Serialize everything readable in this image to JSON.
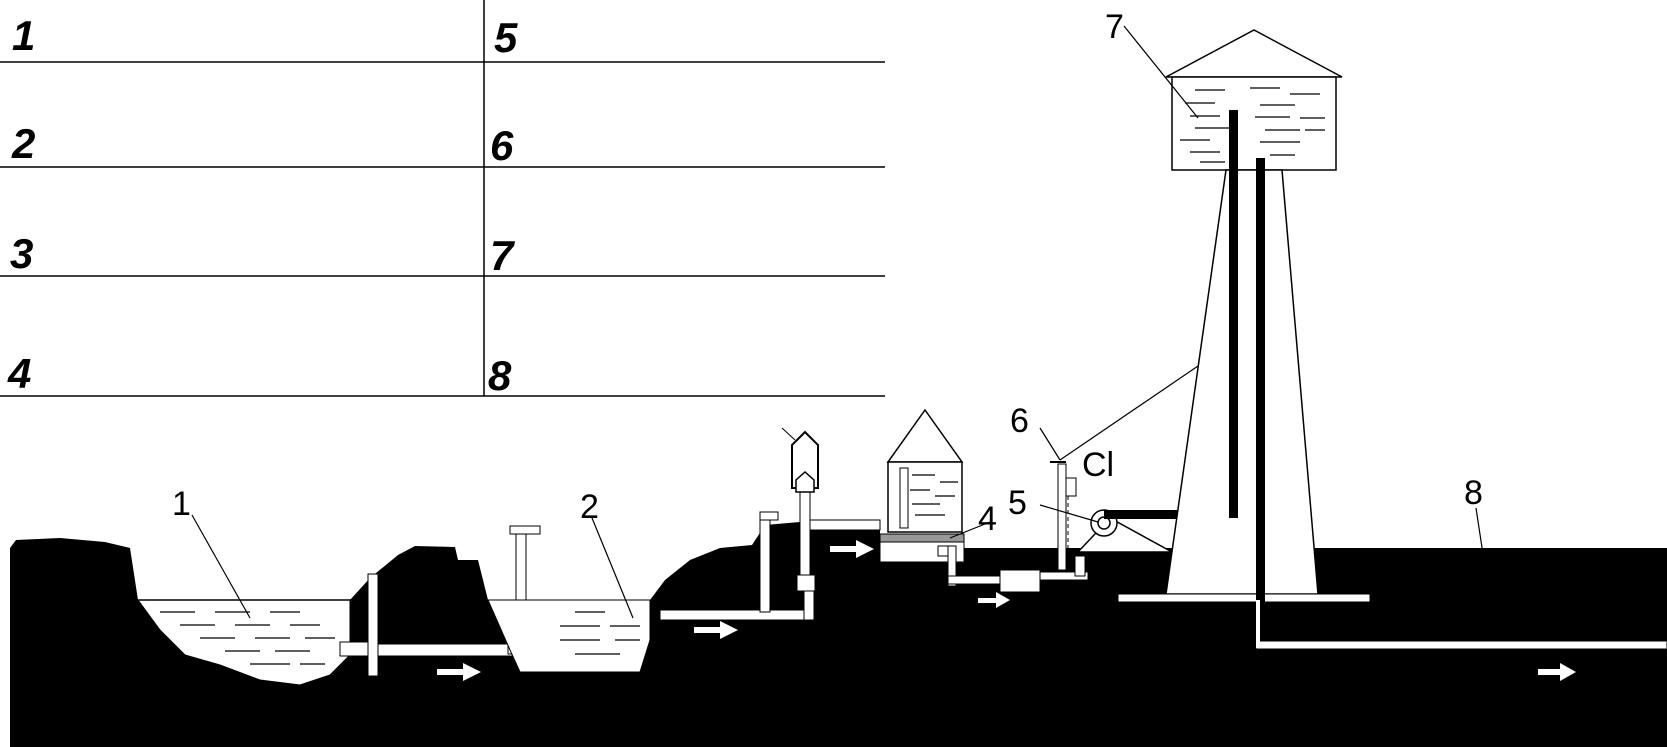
{
  "table": {
    "left_numbers": [
      "1",
      "2",
      "3",
      "4"
    ],
    "right_numbers": [
      "5",
      "6",
      "7",
      "8"
    ]
  },
  "diagram": {
    "labels": {
      "reservoir": "1",
      "settling_basin": "2",
      "filter": "4",
      "pump": "5",
      "chlorinator": "6",
      "water_tower": "7",
      "distribution": "8"
    },
    "chlorine": "Cl"
  },
  "colors": {
    "ground": "#000000",
    "water": "#ffffff",
    "line": "#000000"
  }
}
